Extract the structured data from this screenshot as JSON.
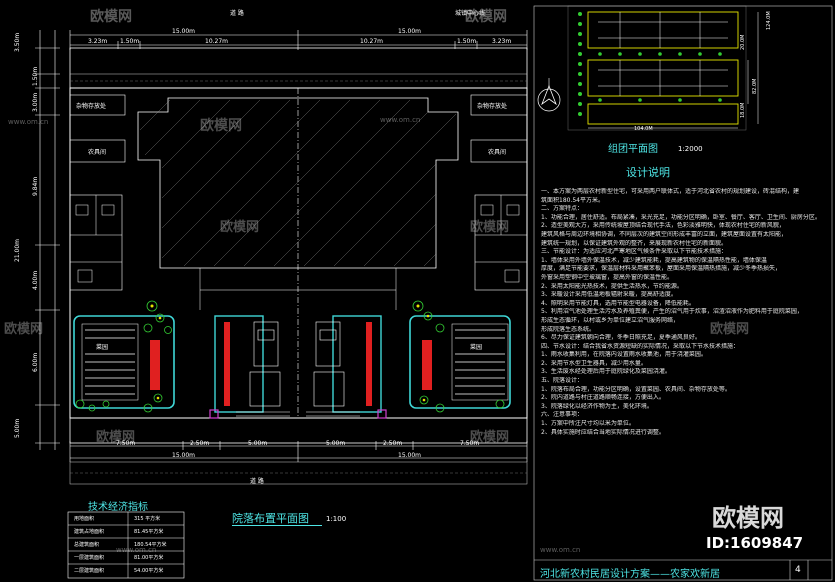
{
  "site_plan": {
    "title": "院落布置平面图",
    "scale": "1:100",
    "road_label": "道 路",
    "road_label_bottom": "道 路",
    "north_dim_tag": "城镇中心线",
    "top_dims": [
      "3.23m",
      "1.50m",
      "10.27m",
      "10.27m",
      "1.50m",
      "3.23m"
    ],
    "overall_dim": "15.00m",
    "left_dims": [
      "3.50m",
      "1.50m",
      "3.00m",
      "9.84m",
      "21.00m",
      "4.00m",
      "6.00m",
      "5.00m"
    ],
    "bottom_dims": [
      "7.50m",
      "2.50m",
      "5.00m",
      "5.00m",
      "2.50m",
      "7.50m"
    ],
    "labels": {
      "storage_left": "杂物存放处",
      "storage_right": "杂物存放处",
      "farm_left": "农具间",
      "farm_right": "农具间",
      "garden_left": "菜园",
      "garden_right": "菜园"
    }
  },
  "cluster_plan": {
    "title": "组团平面图",
    "scale": "1:2000",
    "dims": [
      "104.0M",
      "124.0M",
      "82.0M",
      "20.0M",
      "18.0M"
    ]
  },
  "tech_table": {
    "title": "技术经济指标",
    "rows": [
      {
        "name": "用地面积",
        "value": "315 平方米"
      },
      {
        "name": "建筑占地面积",
        "value": "81.45平方米"
      },
      {
        "name": "总建筑面积",
        "value": "180.54平方米"
      },
      {
        "name": "一层建筑面积",
        "value": "81.00平方米"
      },
      {
        "name": "二层建筑面积",
        "value": "54.00平方米"
      }
    ]
  },
  "design_notes": {
    "title": "设计说明",
    "lines": [
      "一、本方案为两层农村新型住宅，可采用两户联体式，适于河北省农村的规划建设，砖混结构，建",
      "    筑面积180.54平方米。",
      "二、方案特点：",
      "  1、功能合理，居住舒适。布局紧凑，采光充足，功能分区明确，卧室、餐厅、客厅、卫生间、厨房分区。",
      "  2、造型美观大方，采用传统坡屋顶结合现代手法，色彩淡雅明快，体现农村住宅的新风貌，",
      "    建筑风格与周边环境相协调，不同层次的建筑空间形成丰富的立面，建筑屋面设置有太阳能，",
      "    建筑统一规划，以保证建筑外观的整齐，来展现新农村住宅的新面貌。",
      "三、节能设计：为适应河北严寒地区气候条件采取以下节能技术措施：",
      "  1、墙体采用外墙外保温技术，减少建筑能耗，提高建筑物的保温隔热性能，墙体保温",
      "    厚度，满足节能要求，保温层材料采用聚苯板，屋面采用保温隔热措施，减少冬季热损失，",
      "    外窗采用塑钢中空玻璃窗，提高外窗的保温性能。",
      "  2、采用太阳能光热技术，提供生活热水，节约能源。",
      "  3、采暖设计采用低温地板辐射采暖，提高舒适度。",
      "  4、照明采用节能灯具，选用节能型电器设备，降低能耗。",
      "  5、利用沼气池处理生活污水及养殖粪便，产生的沼气用于炊事，沼渣沼液作为肥料用于庭院菜园，",
      "    形成生态循环，以村或乡为单位建立沼气服务网络，",
      "    形成院落生态系统。",
      "  6、尽力保证建筑朝向合理，冬季日照充足，夏季通风良好。",
      "四、节水设计：结合我省水资源短缺的实际情况，采取以下节水技术措施：",
      "  1、雨水收集利用，在院落内设置雨水收集池，用于浇灌菜园。",
      "  2、采用节水型卫生器具，减少用水量。",
      "  3、生活废水经处理后用于庭院绿化及菜园浇灌。",
      "五、院落设计：",
      "  1、院落布局合理，功能分区明确，设置菜园、农具间、杂物存放处等。",
      "  2、院内道路与村庄道路顺畅连接，方便出入。",
      "  3、院落绿化以经济作物为主，美化环境。",
      "六、注意事项：",
      "  1、方案中所注尺寸均以米为单位。",
      "  2、具体实施时应结合当地实际情况进行调整。"
    ]
  },
  "footer": {
    "title": "河北新农村民居设计方案——农家欢新居",
    "page": "4"
  },
  "watermark": {
    "brand": "欧模网",
    "url": "www.om.cn",
    "id": "ID:1609847"
  },
  "colors": {
    "background": "#000000",
    "line": "#ffffff",
    "cyan": "#3fd6d6",
    "green": "#33cc33",
    "yellow": "#e6e600",
    "red": "#e02020",
    "magenta": "#d040d0"
  }
}
